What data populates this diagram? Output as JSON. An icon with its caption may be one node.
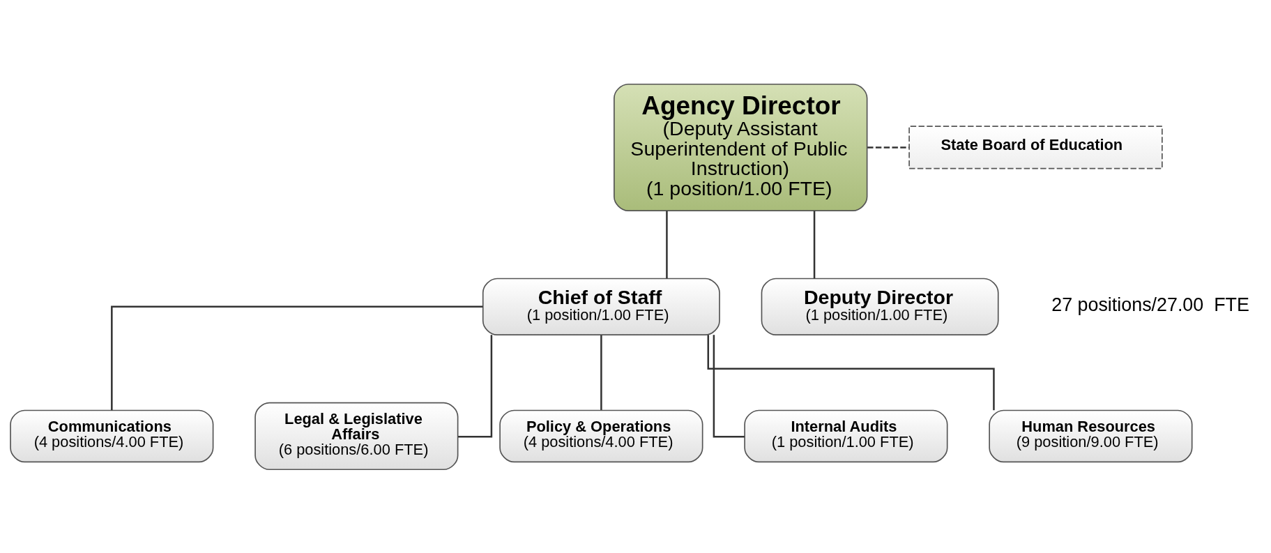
{
  "diagram": {
    "nodes": [
      {
        "text": [
          "Agency Director",
          "(Deputy Assistant Superintendent of Public Instruction)",
          "(1 position/1.00 FTE)"
        ]
      },
      {
        "text": [
          "State Board of Education"
        ]
      },
      {
        "text": [
          "Chief of Staff",
          "(1 position/1.00 FTE)"
        ]
      },
      {
        "text": [
          "Deputy Director",
          "(1 position/1.00 FTE)"
        ]
      },
      {
        "text": [
          "Communications",
          "(4 positions/4.00 FTE)"
        ]
      },
      {
        "text": [
          "Legal & Legislative Affairs",
          "(6 positions/6.00 FTE)"
        ]
      },
      {
        "text": [
          "Policy & Operations",
          "(4 positions/4.00 FTE)"
        ]
      },
      {
        "text": [
          "Internal Audits",
          "(1 position/1.00 FTE)"
        ]
      },
      {
        "text": [
          "Human Resources",
          "(9 position/9.00 FTE)"
        ]
      }
    ],
    "edges": [
      {
        "from": 0,
        "to": 1,
        "arrow": "none",
        "style": "dashed"
      },
      {
        "from": 0,
        "to": 2,
        "arrow": "none"
      },
      {
        "from": 0,
        "to": 3,
        "arrow": "none"
      },
      {
        "from": 2,
        "to": 4,
        "arrow": "none"
      },
      {
        "from": 2,
        "to": 5,
        "arrow": "none"
      },
      {
        "from": 2,
        "to": 6,
        "arrow": "none"
      },
      {
        "from": 2,
        "to": 7,
        "arrow": "none"
      },
      {
        "from": 2,
        "to": 8,
        "arrow": "none"
      }
    ],
    "labels": [
      "27 positions/27.00  FTE"
    ]
  }
}
